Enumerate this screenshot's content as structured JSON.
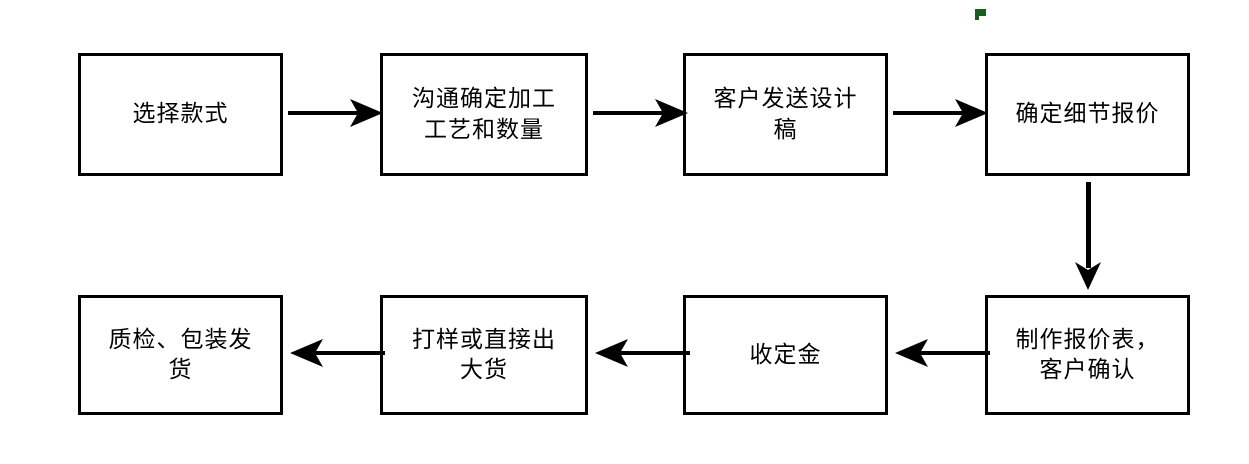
{
  "diagram": {
    "type": "flowchart",
    "title": "",
    "orientation": "serpentine-two-rows",
    "background_color": "#ffffff",
    "node_border_color": "#000000",
    "node_fill_color": "#ffffff",
    "arrow_color": "#000000",
    "accent_color": "#1a5c22",
    "nodes": [
      {
        "id": "node-1",
        "label": "选择款式",
        "row": "top",
        "order": 1
      },
      {
        "id": "node-2",
        "label": "沟通确定加工\n工艺和数量",
        "row": "top",
        "order": 2
      },
      {
        "id": "node-3",
        "label": "客户发送设计\n稿",
        "row": "top",
        "order": 3
      },
      {
        "id": "node-4",
        "label": "确定细节报价",
        "row": "top",
        "order": 4
      },
      {
        "id": "node-5",
        "label": "制作报价表，\n客户确认",
        "row": "bottom",
        "order": 5
      },
      {
        "id": "node-6",
        "label": "收定金",
        "row": "bottom",
        "order": 6
      },
      {
        "id": "node-7",
        "label": "打样或直接出\n大货",
        "row": "bottom",
        "order": 7
      },
      {
        "id": "node-8",
        "label": "质检、包装发\n货",
        "row": "bottom",
        "order": 8
      }
    ],
    "connectors": [
      {
        "id": "arrow-1-2",
        "from": "node-1",
        "to": "node-2",
        "direction": "right"
      },
      {
        "id": "arrow-2-3",
        "from": "node-2",
        "to": "node-3",
        "direction": "right"
      },
      {
        "id": "arrow-3-4",
        "from": "node-3",
        "to": "node-4",
        "direction": "right"
      },
      {
        "id": "arrow-4-5",
        "from": "node-4",
        "to": "node-5",
        "direction": "down"
      },
      {
        "id": "arrow-5-6",
        "from": "node-5",
        "to": "node-6",
        "direction": "left"
      },
      {
        "id": "arrow-6-7",
        "from": "node-6",
        "to": "node-7",
        "direction": "left"
      },
      {
        "id": "arrow-7-8",
        "from": "node-7",
        "to": "node-8",
        "direction": "left"
      }
    ],
    "marks": [
      {
        "id": "corner-mark",
        "name": "green-corner-mark",
        "color": "#1a5c22"
      }
    ]
  }
}
